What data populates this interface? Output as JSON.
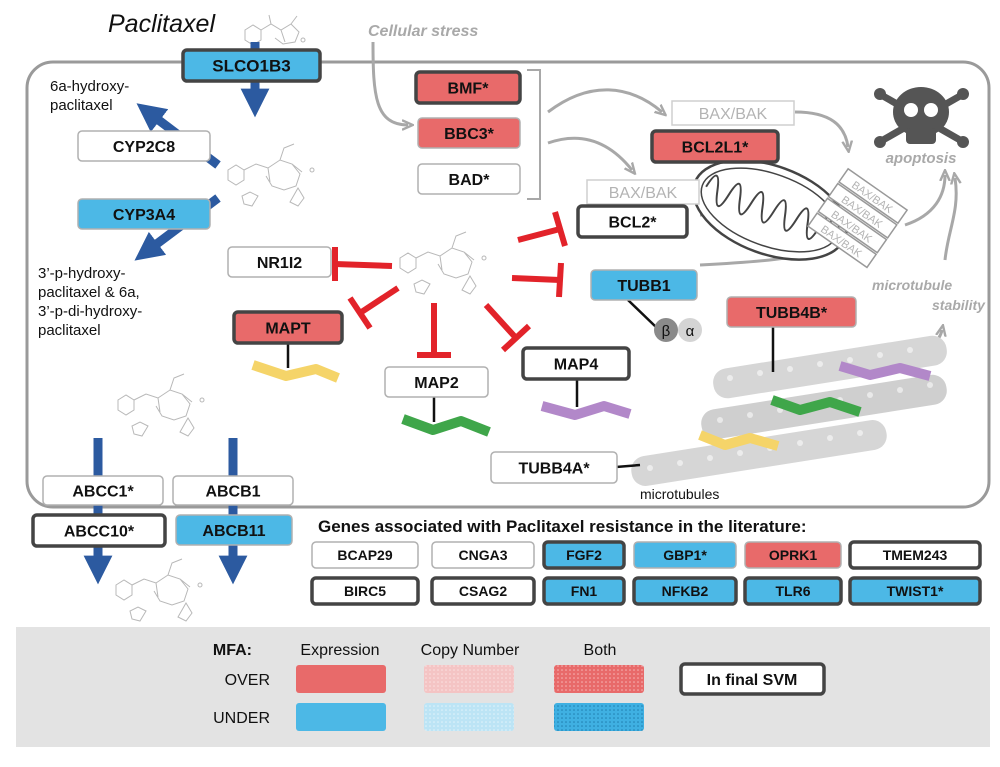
{
  "drug": {
    "title": "Paclitaxel"
  },
  "stress": {
    "label": "Cellular stress"
  },
  "metabolism": {
    "transporter_in": "SLCO1B3",
    "enzymes": [
      "CYP2C8",
      "CYP3A4"
    ],
    "metabolite1": [
      "6a-hydroxy-",
      "paclitaxel"
    ],
    "metabolite2": [
      "3’-p-hydroxy-",
      "paclitaxel & 6a,",
      "3’-p-di-hydroxy-",
      "paclitaxel"
    ]
  },
  "efflux": {
    "genes": [
      "ABCC1*",
      "ABCB1",
      "ABCC10*",
      "ABCB11"
    ]
  },
  "apoptosis": {
    "bh3_genes": [
      "BMF*",
      "BBC3*",
      "BAD*"
    ],
    "bax_bak_label": "BAX/BAK",
    "bcl2l1": "BCL2L1*",
    "bcl2": "BCL2*",
    "outcome": "apoptosis"
  },
  "targets": {
    "nr1i2": "NR1I2",
    "mapt": "MAPT",
    "map2": "MAP2",
    "map4": "MAP4",
    "tubb1": "TUBB1",
    "tubb4b": "TUBB4B*",
    "tubb4a": "TUBB4A*",
    "beta": "β",
    "alpha": "α",
    "microtubules": "microtubules",
    "stability": [
      "microtubule",
      "stability"
    ]
  },
  "literature": {
    "title": "Genes associated with Paclitaxel resistance in the literature:",
    "row1": [
      "BCAP29",
      "CNGA3",
      "FGF2",
      "GBP1*",
      "OPRK1",
      "TMEM243"
    ],
    "row2": [
      "BIRC5",
      "CSAG2",
      "FN1",
      "NFKB2",
      "TLR6",
      "TWIST1*"
    ]
  },
  "legend": {
    "mfa_label": "MFA:",
    "columns": [
      "Expression",
      "Copy Number",
      "Both"
    ],
    "rows": [
      "OVER",
      "UNDER"
    ],
    "svm_label": "In final SVM"
  },
  "colors": {
    "over": "#e86a6a",
    "under": "#4cb8e6",
    "over_light": "#f6c9c9",
    "under_light": "#bfe6f6",
    "inhibition": "#e2232a",
    "transport_arrow": "#2c5aa0",
    "svm_border": "#444444"
  }
}
